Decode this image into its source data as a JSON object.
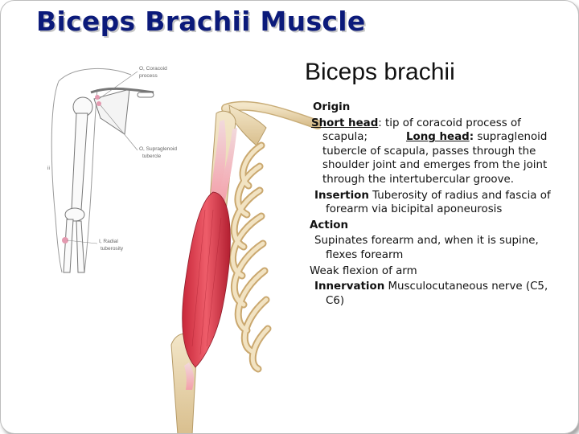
{
  "slide": {
    "title": "Biceps Brachii Muscle",
    "subtitle": "Biceps brachii"
  },
  "diagram": {
    "labels": {
      "coracoid_1": "O, Coracoid",
      "coracoid_2": "process",
      "supraglenoid_1": "O, Supraglenoid",
      "supraglenoid_2": "tubercle",
      "radial_1": "I, Radial",
      "radial_2": "tuberosity",
      "side_mark": "ii"
    }
  },
  "content": {
    "origin_heading": "Origin",
    "short_head_label": "Short head",
    "short_head_text": ": tip of coracoid process of scapula;",
    "long_head_label": "Long head",
    "long_head_colon": ":",
    "long_head_text": "supraglenoid tubercle of scapula, passes through the shoulder joint and emerges from the joint through the intertubercular groove.",
    "insertion_label": "Insertion",
    "insertion_text": " Tuberosity of radius and fascia of forearm via bicipital aponeurosis",
    "action_heading": "Action",
    "action_text_1": "Supinates forearm and, when it is supine, flexes forearm",
    "action_text_2": "Weak flexion of arm",
    "innervation_label": "Innervation",
    "innervation_text": "  Musculocutaneous nerve (C5, C6)"
  }
}
